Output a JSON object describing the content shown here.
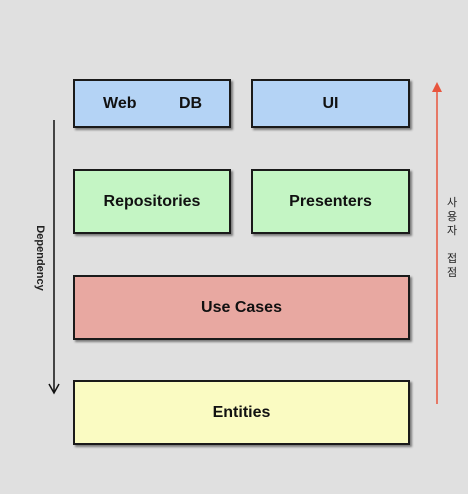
{
  "boxes": {
    "web_label": "Web",
    "db_label": "DB",
    "ui_label": "UI",
    "repositories_label": "Repositories",
    "presenters_label": "Presenters",
    "use_cases_label": "Use Cases",
    "entities_label": "Entities"
  },
  "labels": {
    "dependency": "Dependency",
    "user_contact_line1": "사용자",
    "user_contact_line2": "접점"
  },
  "colors": {
    "outer_layer": "#b4d3f5",
    "adapter_layer": "#c4f5c4",
    "use_case_layer": "#e8a8a1",
    "entity_layer": "#fafbc2",
    "user_arrow": "#e8553e",
    "dependency_arrow": "#111111"
  }
}
